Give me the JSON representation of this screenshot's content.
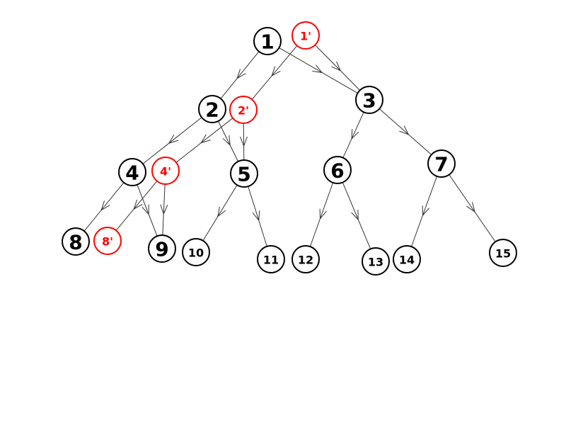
{
  "diagram": {
    "colors": {
      "original": "#000000",
      "copy": "#ff0000",
      "edge": "#333333"
    },
    "nodes": [
      {
        "id": "1",
        "label": "1",
        "kind": "original"
      },
      {
        "id": "1p",
        "label": "1'",
        "kind": "copy"
      },
      {
        "id": "2",
        "label": "2",
        "kind": "original"
      },
      {
        "id": "2p",
        "label": "2'",
        "kind": "copy"
      },
      {
        "id": "3",
        "label": "3",
        "kind": "original"
      },
      {
        "id": "4",
        "label": "4",
        "kind": "original"
      },
      {
        "id": "4p",
        "label": "4'",
        "kind": "copy"
      },
      {
        "id": "5",
        "label": "5",
        "kind": "original"
      },
      {
        "id": "6",
        "label": "6",
        "kind": "original"
      },
      {
        "id": "7",
        "label": "7",
        "kind": "original"
      },
      {
        "id": "8",
        "label": "8",
        "kind": "original"
      },
      {
        "id": "8p",
        "label": "8'",
        "kind": "copy"
      },
      {
        "id": "9",
        "label": "9",
        "kind": "original"
      },
      {
        "id": "10",
        "label": "10",
        "kind": "original"
      },
      {
        "id": "11",
        "label": "11",
        "kind": "original"
      },
      {
        "id": "12",
        "label": "12",
        "kind": "original"
      },
      {
        "id": "13",
        "label": "13",
        "kind": "original"
      },
      {
        "id": "14",
        "label": "14",
        "kind": "original"
      },
      {
        "id": "15",
        "label": "15",
        "kind": "original"
      }
    ],
    "edges": [
      [
        "1",
        "2"
      ],
      [
        "1",
        "3"
      ],
      [
        "1p",
        "2p"
      ],
      [
        "1p",
        "3"
      ],
      [
        "2",
        "4"
      ],
      [
        "2",
        "5"
      ],
      [
        "2p",
        "4p"
      ],
      [
        "2p",
        "5"
      ],
      [
        "3",
        "6"
      ],
      [
        "3",
        "7"
      ],
      [
        "4",
        "8"
      ],
      [
        "4",
        "9"
      ],
      [
        "4p",
        "8p"
      ],
      [
        "4p",
        "9"
      ],
      [
        "5",
        "10"
      ],
      [
        "5",
        "11"
      ],
      [
        "6",
        "12"
      ],
      [
        "6",
        "13"
      ],
      [
        "7",
        "14"
      ],
      [
        "7",
        "15"
      ]
    ]
  }
}
